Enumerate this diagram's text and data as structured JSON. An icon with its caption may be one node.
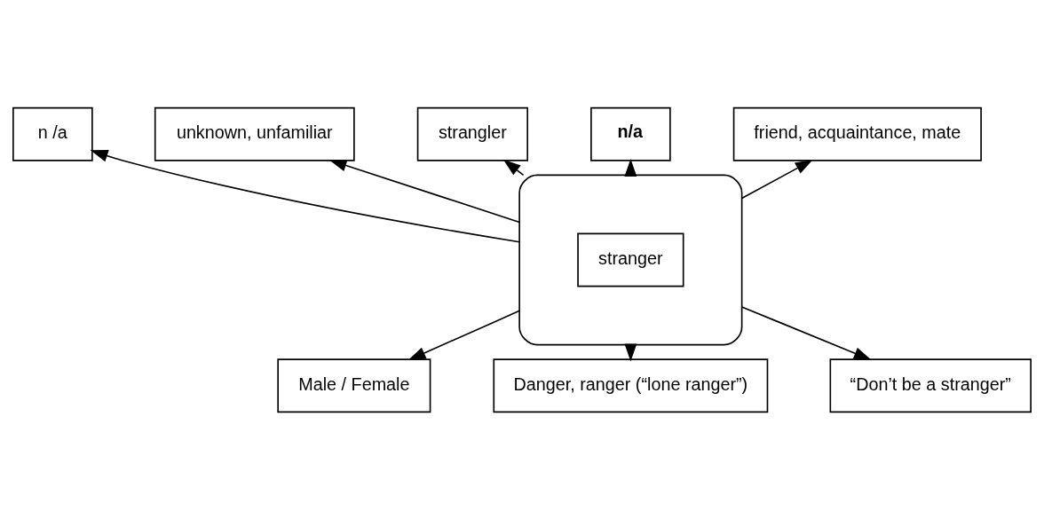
{
  "diagram": {
    "nodes": [
      {
        "text": [],
        "shape": "ellipse"
      },
      {
        "text": [
          "stranger"
        ],
        "in": 0
      },
      {
        "text": [
          "strangler"
        ]
      },
      {
        "text": [
          "n/a"
        ]
      },
      {
        "text": [
          "friend, acquaintance, mate"
        ]
      },
      {
        "text": [
          "n /a"
        ]
      },
      {
        "text": [
          "unknown, unfamiliar"
        ]
      },
      {
        "text": [
          "Male / Female"
        ]
      },
      {
        "text": [
          "Danger, ranger (“lone ranger”)"
        ]
      },
      {
        "text": [
          "“Don’t be a stranger”"
        ]
      }
    ],
    "edges": [
      {
        "from": 0,
        "to": 2,
        "arrow": "to"
      },
      {
        "from": 0,
        "to": 3,
        "arrow": "to"
      },
      {
        "from": 0,
        "to": 4,
        "arrow": "to"
      },
      {
        "from": 0,
        "to": 5,
        "arrow": "to"
      },
      {
        "from": 0,
        "to": 6,
        "arrow": "to"
      },
      {
        "from": 0,
        "to": 7,
        "arrow": "to"
      },
      {
        "from": 0,
        "to": 8,
        "arrow": "to"
      },
      {
        "from": 0,
        "to": 9,
        "arrow": "to"
      }
    ]
  }
}
